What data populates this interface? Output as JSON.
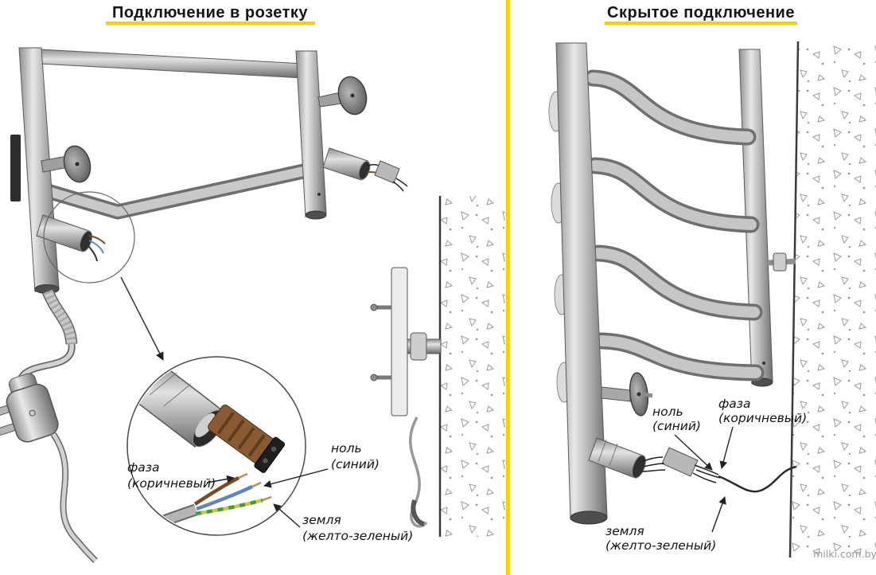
{
  "left_panel": {
    "title": "Подключение в розетку",
    "labels": {
      "phase": [
        "фаза",
        "(коричневый)"
      ],
      "neutral": [
        "ноль",
        "(синий)"
      ],
      "ground": [
        "земля",
        "(желто-зеленый)"
      ]
    }
  },
  "right_panel": {
    "title": "Скрытое подключение",
    "labels": {
      "neutral": [
        "ноль",
        "(синий)"
      ],
      "phase": [
        "фаза",
        "(коричневый)"
      ],
      "ground": [
        "земля",
        "(желто-зеленый)"
      ]
    }
  },
  "watermark": "milki.com.by",
  "colors": {
    "accent": "#F2D500",
    "wire_phase": "#7A4A22",
    "wire_neutral": "#5F86B5",
    "wire_ground_yellow": "#C6CA3C",
    "wire_ground_green": "#3F9B3F"
  }
}
